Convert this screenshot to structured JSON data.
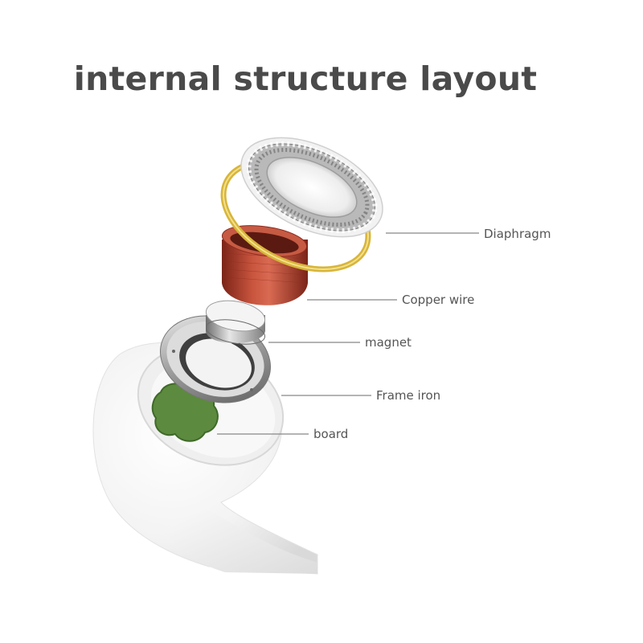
{
  "title": "internal structure layout",
  "parts": {
    "diaphragm": "Diaphragm",
    "copper_wire": "Copper wire",
    "magnet": "magnet",
    "frame_iron": "Frame iron",
    "board": "board"
  },
  "colors": {
    "title_text": "#4a4a4a",
    "label_text": "#555555",
    "leader_line": "#888888",
    "gold_ring": "#d8b53a",
    "copper_coil": "#b8412e",
    "board_green": "#5c8a3e",
    "earbud_white": "#f4f4f4"
  }
}
